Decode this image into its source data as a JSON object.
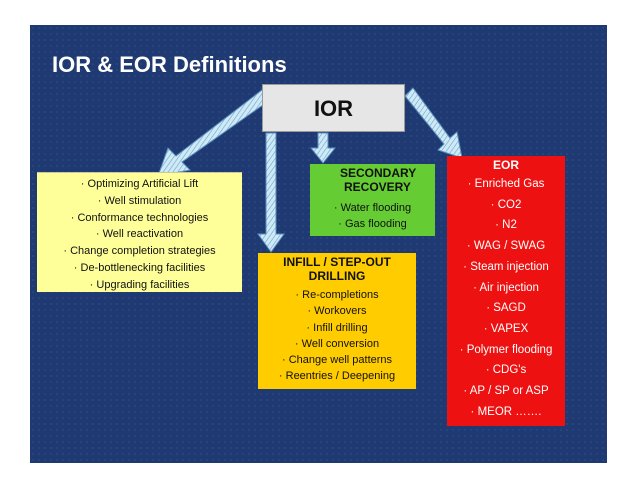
{
  "title": "IOR & EOR Definitions",
  "root": {
    "label": "IOR"
  },
  "ior_techniques": {
    "items": [
      "Optimizing Artificial Lift",
      "Well stimulation",
      "Conformance technologies",
      "Well reactivation",
      "Change completion strategies",
      "De-bottlenecking facilities",
      "Upgrading facilities"
    ]
  },
  "secondary_recovery": {
    "heading_line1": "SECONDARY",
    "heading_line2": "RECOVERY",
    "items": [
      "Water flooding",
      "Gas flooding"
    ]
  },
  "infill": {
    "heading_line1": "INFILL / STEP-OUT",
    "heading_line2": "DRILLING",
    "items": [
      "Re-completions",
      "Workovers",
      "Infill drilling",
      "Well conversion",
      "Change well patterns",
      "Reentries / Deepening"
    ]
  },
  "eor": {
    "heading": "EOR",
    "items": [
      "Enriched Gas",
      "CO2",
      "N2",
      "WAG / SWAG",
      "Steam injection",
      "Air injection",
      "SAGD",
      "VAPEX",
      "Polymer flooding",
      "CDG's",
      "AP / SP or ASP",
      "MEOR ……."
    ]
  },
  "colors": {
    "slide_background": "#1f3a72",
    "ior_box": "#e6e6e6",
    "ior_techniques_box": "#ffff99",
    "secondary_box": "#66cc33",
    "infill_box": "#ffcc00",
    "eor_box": "#ee1111",
    "arrow_fill": "#bfe3f5"
  }
}
